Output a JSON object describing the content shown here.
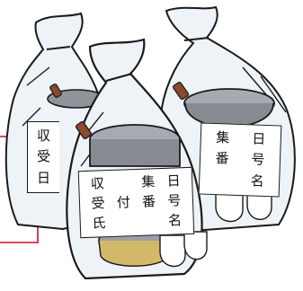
{
  "tags": {
    "front": [
      "収",
      "",
      "集",
      "日",
      "受",
      "付",
      "番",
      "号",
      "氏",
      "",
      "",
      "名"
    ],
    "right": [
      "集",
      "日",
      "番",
      "号",
      "",
      "名"
    ],
    "left": [
      "収",
      "受",
      "日"
    ]
  },
  "colors": {
    "outline": "#1a1a1a",
    "bag_fill": "#eef3f8",
    "pot_gray": "#9aa0a6",
    "handle_brown": "#8b4a2b",
    "callout_red": "#c8102e"
  },
  "icons": {
    "bag": "garbage-bag-icon",
    "pot": "pot-icon",
    "tag": "collection-tag-icon"
  }
}
